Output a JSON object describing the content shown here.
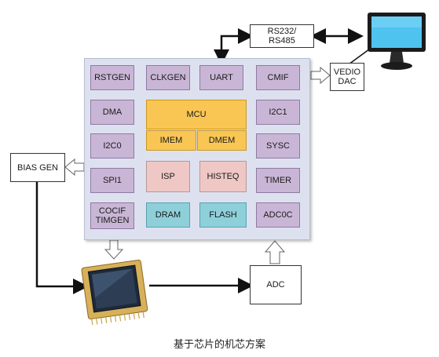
{
  "chip": {
    "blocks": {
      "rstgen": "RSTGEN",
      "clkgen": "CLKGEN",
      "uart": "UART",
      "cmif": "CMIF",
      "dma": "DMA",
      "mcu": "MCU",
      "imem": "IMEM",
      "dmem": "DMEM",
      "i2c1": "I2C1",
      "i2c0": "I2C0",
      "sysc": "SYSC",
      "spi1": "SPI1",
      "isp": "ISP",
      "histeq": "HISTEQ",
      "timer": "TIMER",
      "cocif_line1": "COCIF",
      "cocif_line2": "TIMGEN",
      "dram": "DRAM",
      "flash": "FLASH",
      "adc0c": "ADC0C"
    }
  },
  "external": {
    "rs_line1": "RS232/",
    "rs_line2": "RS485",
    "vedio_line1": "VEDIO",
    "vedio_line2": "DAC",
    "bias_gen": "BIAS GEN",
    "adc": "ADC"
  },
  "caption": "基于芯片的机芯方案",
  "colors": {
    "soc_background": "#dde1ef",
    "peripheral_block": "#c9b6d6",
    "mcu_block": "#f9c654",
    "isp_block": "#efc8c6",
    "memory_block": "#8ed0da",
    "monitor_screen": "#4fc3f0"
  },
  "icons": [
    "monitor-icon",
    "sensor-chip-icon"
  ]
}
